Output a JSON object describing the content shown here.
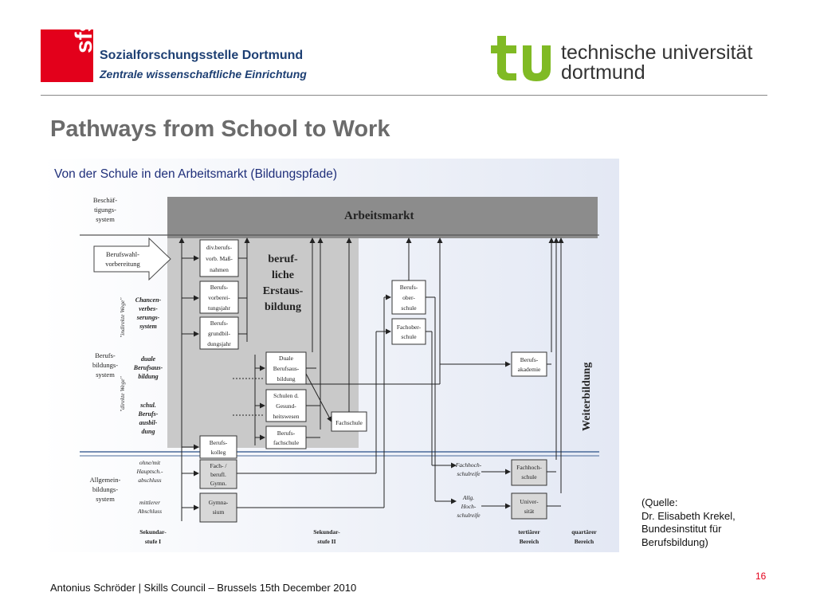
{
  "header": {
    "sfs_logo_text": "sfs",
    "institute_name": "Sozialforschungsstelle Dortmund",
    "institute_subtitle": "Zentrale wissenschaftliche Einrichtung",
    "university_logo_text": "tu",
    "university_name_line1": "technische universität",
    "university_name_line2": "dortmund",
    "brand_red": "#e3001b",
    "brand_green": "#80ba24"
  },
  "slide": {
    "title": "Pathways from School to Work",
    "page_number": "16"
  },
  "diagram": {
    "heading": "Von der Schule in den Arbeitsmarkt (Bildungspfade)",
    "labor_market": "Arbeitsmarkt",
    "vocational_training": [
      "beruf-",
      "liche",
      "Erstaus-",
      "bildung"
    ],
    "continuing_education": "Weiterbildung",
    "left_systems": {
      "employment": [
        "Beschäf-",
        "tigungs-",
        "system"
      ],
      "vocational": [
        "Berufs-",
        "bildungs-",
        "system"
      ],
      "general": [
        "Allgemein-",
        "bildungs-",
        "system"
      ]
    },
    "side_labels": {
      "indirect": "\"indirekte Wege\"",
      "direct": "\"direkte Wege\""
    },
    "arrow_box": [
      "Berufswahl-",
      "vorbereitung"
    ],
    "pathway_labels": {
      "chancen": [
        "Chancen-",
        "verbes-",
        "serungs-",
        "system"
      ],
      "duale": [
        "duale",
        "Berufsaus-",
        "bildung"
      ],
      "schul": [
        "schul.",
        "Berufs-",
        "ausbil-",
        "dung"
      ]
    },
    "boxes": {
      "div_berufs": [
        "div.berufs-",
        "vorb. Maß-",
        "nahmen"
      ],
      "berufsvorbereitungsjahr": [
        "Berufs-",
        "vorberei-",
        "tungsjahr"
      ],
      "berufsgrundbildungsjahr": [
        "Berufs-",
        "grundbil-",
        "dungsjahr"
      ],
      "duale_berufsausbildung": [
        "Duale",
        "Berufsaus-",
        "bildung"
      ],
      "schulen_gesundheitswesen": [
        "Schulen d.",
        "Gesund-",
        "heitswesen"
      ],
      "berufsfachschule": [
        "Berufs-",
        "fachschule"
      ],
      "berufskolleg": [
        "Berufs-",
        "kolleg"
      ],
      "fach_gymn": [
        "Fach- /",
        "berufl.",
        "Gymn."
      ],
      "gymnasium": [
        "Gymna-",
        "sium"
      ],
      "berufsoberschule": [
        "Berufs-",
        "ober-",
        "schule"
      ],
      "fachoberschule": [
        "Fachober-",
        "schule"
      ],
      "fachschule": "Fachschule",
      "berufsakademie": [
        "Berufs-",
        "akademie"
      ],
      "fachhochschule": [
        "Fachhoch-",
        "schule"
      ],
      "universitaet": [
        "Univer-",
        "sität"
      ]
    },
    "qualifications": {
      "hauptschule": [
        "ohne/mit",
        "Hauptsch.-",
        "abschluss"
      ],
      "mittlerer": [
        "mittlerer",
        "Abschluss"
      ],
      "fachhochschulreife": [
        "Fachhoch-",
        "schulreife"
      ],
      "hochschulreife": [
        "Allg.",
        "Hoch-",
        "schulreife"
      ]
    },
    "bottom_labels": {
      "sek1": [
        "Sekundar-",
        "stufe I"
      ],
      "sek2": [
        "Sekundar-",
        "stufe II"
      ],
      "tertiaer": [
        "tertiärer",
        "Bereich"
      ],
      "quartaer": [
        "quartärer",
        "Bereich"
      ]
    }
  },
  "source": {
    "line1": "(Quelle:",
    "line2": "Dr. Elisabeth Krekel,",
    "line3": "Bundesinstitut für",
    "line4": "Berufsbildung)"
  },
  "footer": {
    "text": "Antonius Schröder | Skills Council – Brussels 15th December 2010"
  }
}
